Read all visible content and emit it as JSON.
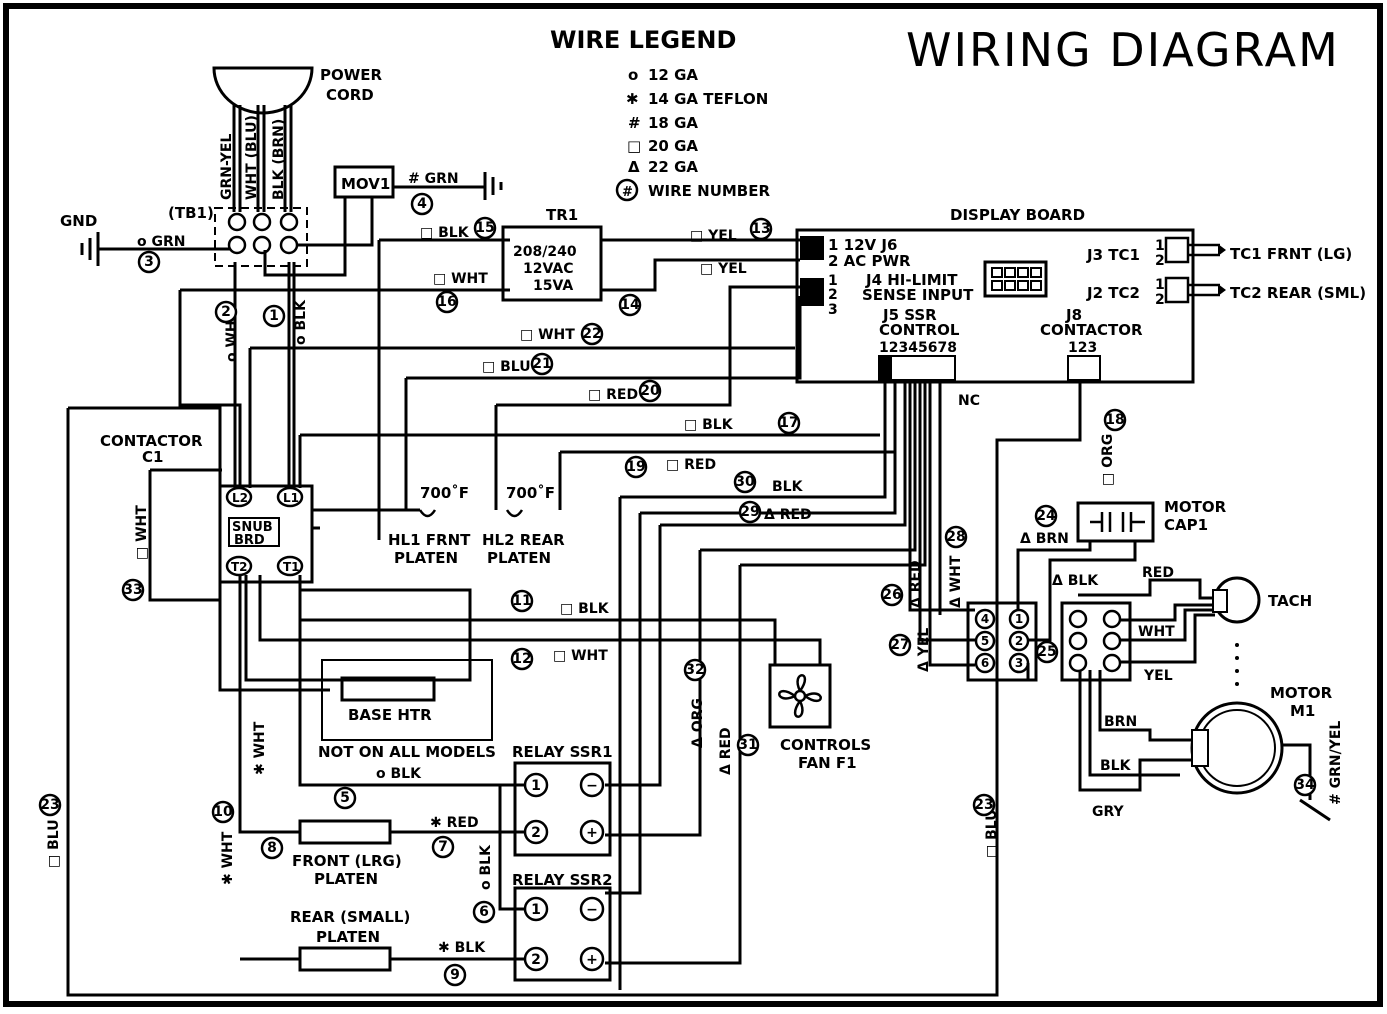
{
  "title": "WIRING DIAGRAM",
  "legend": {
    "heading": "WIRE LEGEND",
    "items": [
      {
        "symbol": "o",
        "label": "12 GA"
      },
      {
        "symbol": "✱",
        "label": "14 GA TEFLON"
      },
      {
        "symbol": "#",
        "label": "18 GA"
      },
      {
        "symbol": "□",
        "label": "20 GA"
      },
      {
        "symbol": "Δ",
        "label": "22 GA"
      },
      {
        "symbol": "#",
        "label": "WIRE NUMBER"
      }
    ]
  },
  "components": {
    "power_cord": [
      "POWER",
      "CORD"
    ],
    "cord_wires": [
      "GRN-YEL",
      "WHT (BLU)",
      "BLK (BRN)"
    ],
    "tb1": "(TB1)",
    "gnd": "GND",
    "mov1": "MOV1",
    "tr1": "TR1",
    "tr1_lines": [
      "208/240",
      "12VAC",
      "15VA"
    ],
    "display_board": "DISPLAY BOARD",
    "j6_lines": [
      "1 12V J6",
      "2 AC PWR"
    ],
    "j4_lines": [
      "J4 HI-LIMIT",
      "SENSE INPUT"
    ],
    "j4_pins": [
      "1",
      "2",
      "3"
    ],
    "j3": "J3 TC1",
    "j2": "J2 TC2",
    "j3_pins": [
      "1",
      "2"
    ],
    "j2_pins": [
      "1",
      "2"
    ],
    "tc1": "TC1 FRNT (LG)",
    "tc2": "TC2 REAR (SML)",
    "j5_lines": [
      "J5 SSR",
      "CONTROL",
      "12345678"
    ],
    "j8_lines": [
      "J8",
      "CONTACTOR",
      "123"
    ],
    "nc": "NC",
    "contactor": [
      "CONTACTOR",
      "C1"
    ],
    "snub": [
      "SNUB",
      "BRD"
    ],
    "l2": "L2",
    "l1": "L1",
    "t2": "T2",
    "t1": "T1",
    "hl1_temp": "700˚F",
    "hl2_temp": "700˚F",
    "hl1": [
      "HL1 FRNT",
      "PLATEN"
    ],
    "hl2": [
      "HL2 REAR",
      "PLATEN"
    ],
    "base_htr": "BASE HTR",
    "not_on_all": "NOT ON ALL MODELS",
    "relay1": "RELAY SSR1",
    "relay2": "RELAY SSR2",
    "relay_pins": [
      "1",
      "2",
      "−",
      "+"
    ],
    "front_platen": [
      "FRONT (LRG)",
      "PLATEN"
    ],
    "rear_platen": [
      "REAR (SMALL)",
      "PLATEN"
    ],
    "fan": [
      "CONTROLS",
      "FAN F1"
    ],
    "motor_cap": [
      "MOTOR",
      "CAP1"
    ],
    "tach": "TACH",
    "motor": [
      "MOTOR",
      "M1"
    ],
    "plug_left": [
      "4",
      "5",
      "6"
    ],
    "plug_mid": [
      "1",
      "2",
      "3"
    ],
    "plug_right_a": [
      "",
      "",
      ""
    ],
    "plug_right_b": [
      "",
      "",
      ""
    ]
  },
  "wire_labels": {
    "w_grn_mov": "# GRN",
    "w_grn_gnd": "o GRN",
    "w_blk15": "□ BLK",
    "w_wht16": "□ WHT",
    "w_yel13": "□ YEL",
    "w_yel": "□ YEL",
    "w_wht2": "o WHT",
    "w_blk1": "o BLK",
    "w_wht22": "□ WHT",
    "w_blu21": "□ BLU",
    "w_red20": "□ RED",
    "w_blk17": "□ BLK",
    "w_red19": "□ RED",
    "w_blk30": "BLK",
    "w_red29": "Δ RED",
    "w_org18": "□ ORG",
    "w_brn24": "Δ BRN",
    "w_blk_motor": "Δ BLK",
    "w_red_tach": "RED",
    "w_wht_tach": "WHT",
    "w_yel_tach": "YEL",
    "w_red26": "Δ RED",
    "w_wht28": "Δ WHT",
    "w_yel27": "Δ YEL",
    "w_wht33": "□ WHT",
    "w_blk11": "□ BLK",
    "w_wht12": "□ WHT",
    "w_org32": "Δ ORG",
    "w_red31": "Δ RED",
    "w_blk5": "o BLK",
    "w_wht10": "✱ WHT",
    "w_wht_left": "✱ WHT",
    "w_red7": "✱ RED",
    "w_blk6": "o BLK",
    "w_blk9": "✱ BLK",
    "w_blu23l": "□ BLU",
    "w_blu23r": "□ BLU",
    "w_brn": "BRN",
    "w_blk_m": "BLK",
    "w_gry": "GRY",
    "w_grnyel": "# GRN/YEL"
  },
  "wire_numbers": [
    "1",
    "2",
    "3",
    "4",
    "5",
    "6",
    "7",
    "8",
    "9",
    "10",
    "11",
    "12",
    "13",
    "14",
    "15",
    "16",
    "17",
    "18",
    "19",
    "20",
    "21",
    "22",
    "23",
    "23",
    "24",
    "25",
    "26",
    "27",
    "28",
    "29",
    "30",
    "31",
    "32",
    "33",
    "34"
  ]
}
